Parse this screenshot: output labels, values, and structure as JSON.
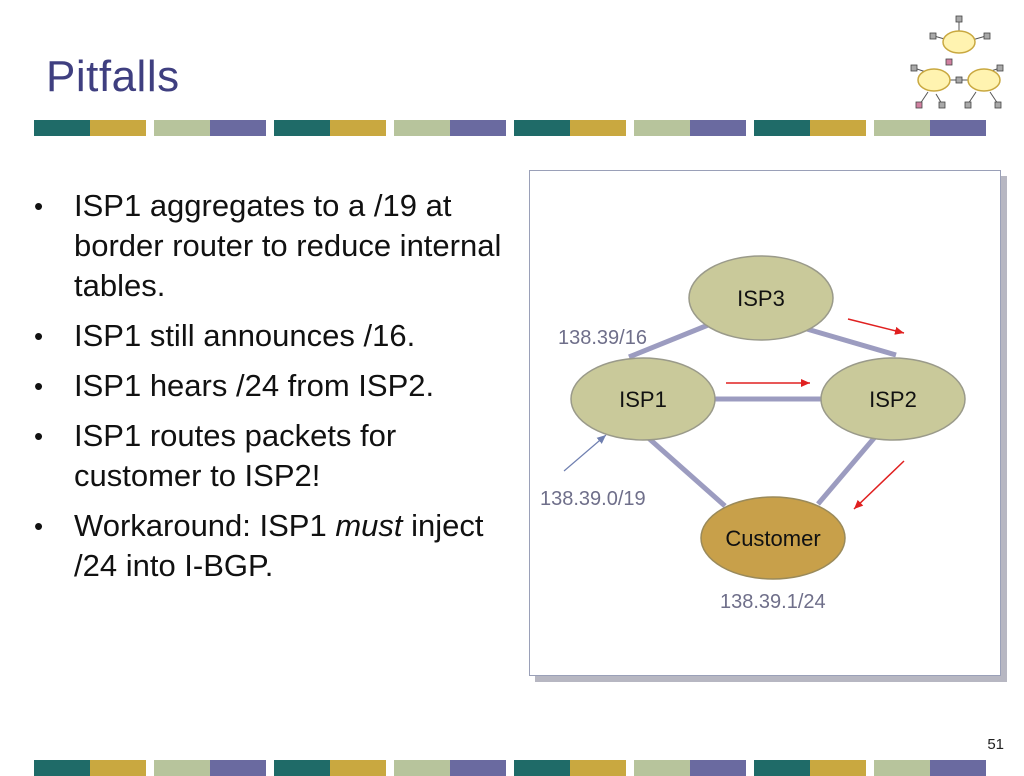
{
  "slide": {
    "title": "Pitfalls",
    "page_number": "51"
  },
  "bullets": [
    {
      "text": "ISP1 aggregates to a /19 at border router to reduce internal tables."
    },
    {
      "text": "ISP1 still announces /16."
    },
    {
      "text": "ISP1 hears /24 from ISP2."
    },
    {
      "text": "ISP1 routes packets for customer to ISP2!"
    },
    {
      "prefix": "Workaround: ISP1 ",
      "emphasis": "must",
      "suffix": " inject /24 into I-BGP."
    }
  ],
  "diagram": {
    "nodes": {
      "isp3": "ISP3",
      "isp1": "ISP1",
      "isp2": "ISP2",
      "customer": "Customer"
    },
    "addresses": {
      "isp1_announce": "138.39/16",
      "isp1_aggregate": "138.39.0/19",
      "customer_prefix": "138.39.1/24"
    }
  },
  "colors": {
    "title": "#3f3f80",
    "node_fill": "#c9c99a",
    "customer_fill": "#c8a04a",
    "link": "#9c9cc0",
    "arrow_red": "#e02020",
    "arrow_blue": "#6f7fb0",
    "stripe": [
      "#1f6b68",
      "#c9a840",
      "#b7c49c",
      "#6a6aa0"
    ]
  }
}
